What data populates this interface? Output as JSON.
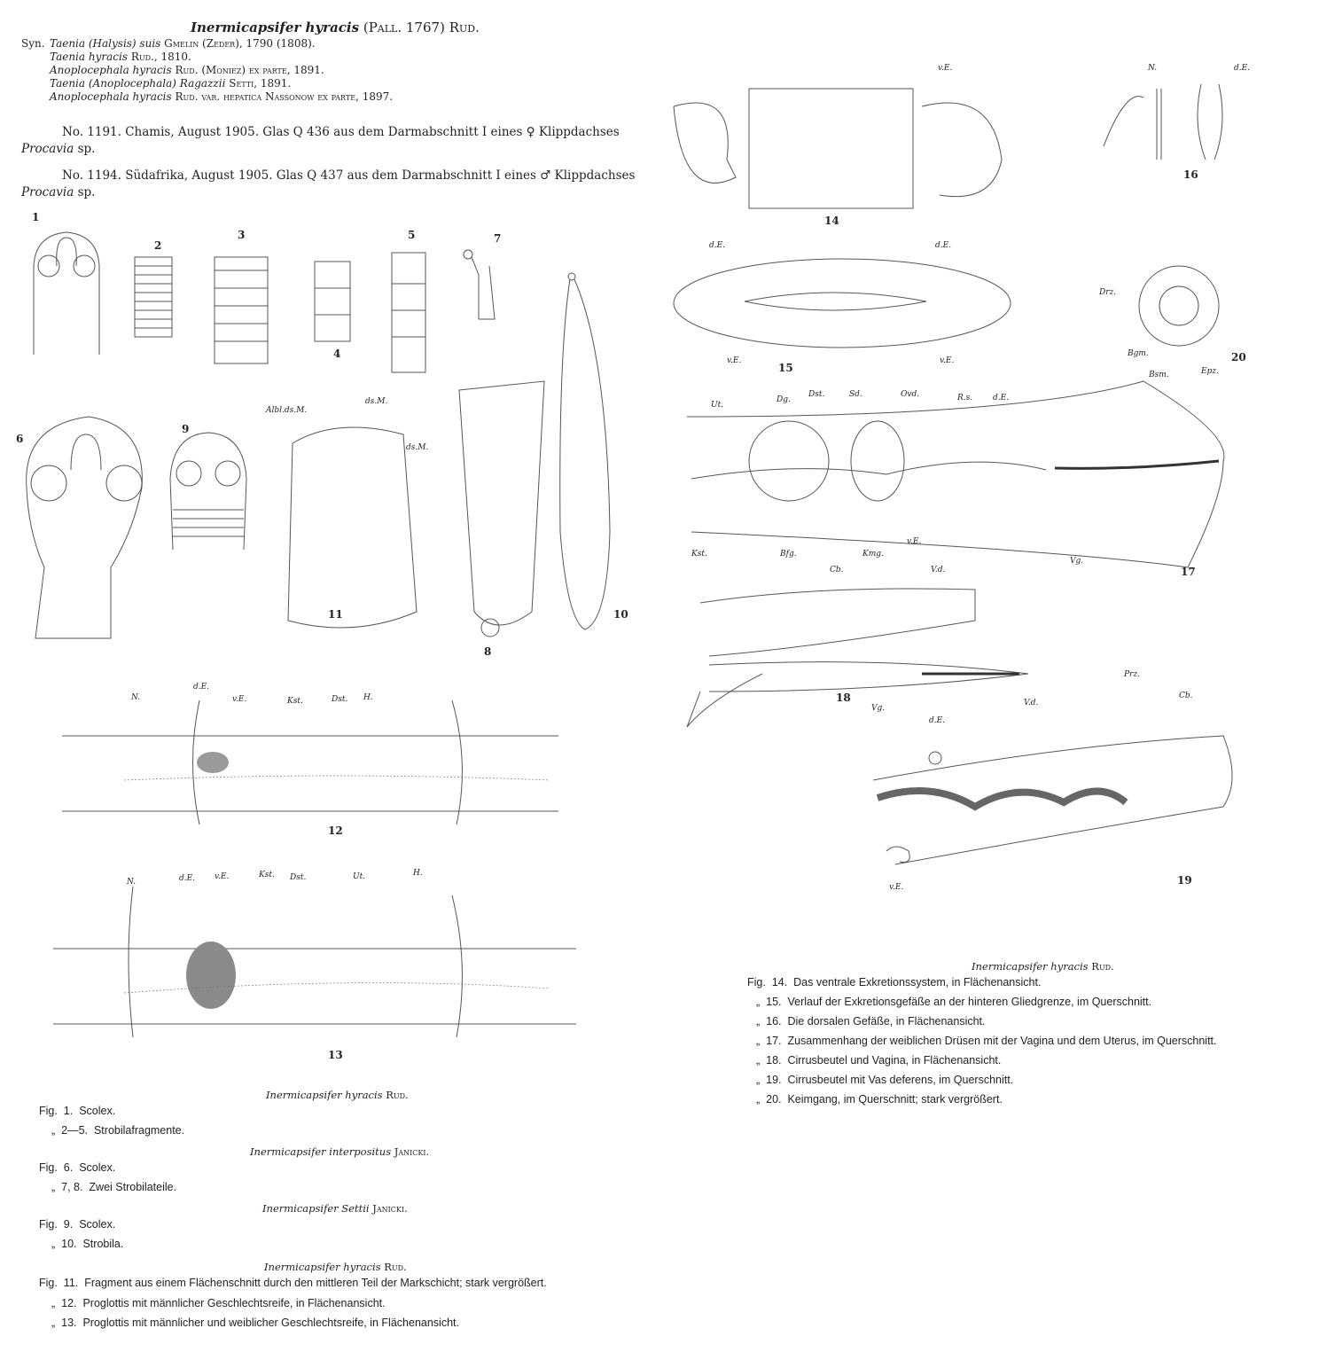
{
  "header": {
    "title_italic": "Inermicapsifer hyracis",
    "title_rest": "(Pall. 1767) Rud.",
    "synonyms_label": "Syn.",
    "synonyms": [
      {
        "name": "Taenia (Halysis) suis",
        "author": "Gmelin (Zeder), 1790 (1808)."
      },
      {
        "name": "Taenia hyracis",
        "author": "Rud., 1810."
      },
      {
        "name": "Anoplocephala hyracis",
        "author": "Rud. (Moniez) ex parte, 1891."
      },
      {
        "name": "Taenia (Anoplocephala) Ragazzii",
        "author": "Setti, 1891."
      },
      {
        "name": "Anoplocephala hyracis",
        "author": "Rud. var. hepatica Nassonow ex parte, 1897."
      }
    ],
    "records": [
      {
        "line": "No. 1191.  Chamis, August 1905.  Glas Q 436 aus dem Darmabschnitt I eines ♀ Klippdachses",
        "host": "Procavia",
        "host_rest": "sp."
      },
      {
        "line": "No. 1194.  Südafrika, August 1905.  Glas Q 437 aus dem Darmabschnitt I eines ♂ Klippdachses",
        "host": "Procavia",
        "host_rest": "sp."
      }
    ]
  },
  "figure_numbers": [
    "1",
    "2",
    "3",
    "4",
    "5",
    "6",
    "7",
    "8",
    "9",
    "10",
    "11",
    "12",
    "13",
    "14",
    "15",
    "16",
    "17",
    "18",
    "19",
    "20"
  ],
  "annotations": {
    "fig11": [
      "Albl.ds.M.",
      "ds.M.",
      "ds.M."
    ],
    "fig12": [
      "N.",
      "d.E.",
      "v.E.",
      "Kst.",
      "Dst.",
      "H."
    ],
    "fig13": [
      "N.",
      "d.E.",
      "v.E.",
      "Kst.",
      "Dst.",
      "Ut.",
      "H."
    ],
    "fig14": [
      "v.E."
    ],
    "fig15": [
      "d.E.",
      "d.E.",
      "v.E.",
      "v.E."
    ],
    "fig16": [
      "N.",
      "d.E."
    ],
    "fig17": [
      "Ut.",
      "Dg.",
      "Dst.",
      "Sd.",
      "Ovd.",
      "R.s.",
      "d.E.",
      "Kst.",
      "Bfg.",
      "Kmg.",
      "v.E.",
      "Vg."
    ],
    "fig18": [
      "Cb.",
      "V.d.",
      "Vg."
    ],
    "fig19": [
      "Prz.",
      "Cb.",
      "V.d.",
      "d.E.",
      "v.E."
    ],
    "fig20": [
      "Drz.",
      "Bgm.",
      "Bsm.",
      "Epz."
    ]
  },
  "captions_left": [
    {
      "species": "Inermicapsifer hyracis",
      "author": "Rud.",
      "items": [
        {
          "prefix": "Fig.",
          "num": "1.",
          "text": "Scolex."
        },
        {
          "prefix": "„",
          "num": "2—5.",
          "text": "Strobilafragmente."
        }
      ]
    },
    {
      "species": "Inermicapsifer interpositus",
      "author": "Janicki.",
      "items": [
        {
          "prefix": "Fig.",
          "num": "6.",
          "text": "Scolex."
        },
        {
          "prefix": "„",
          "num": "7, 8.",
          "text": "Zwei Strobilateile."
        }
      ]
    },
    {
      "species": "Inermicapsifer Settii",
      "author": "Janicki.",
      "items": [
        {
          "prefix": "Fig.",
          "num": "9.",
          "text": "Scolex."
        },
        {
          "prefix": "„",
          "num": "10.",
          "text": "Strobila."
        }
      ]
    },
    {
      "species": "Inermicapsifer hyracis",
      "author": "Rud.",
      "items": [
        {
          "prefix": "Fig.",
          "num": "11.",
          "text": "Fragment aus einem Flächenschnitt durch den mittleren Teil der Markschicht; stark vergrößert."
        },
        {
          "prefix": "„",
          "num": "12.",
          "text": "Proglottis mit männlicher Geschlechtsreife, in Flächenansicht."
        },
        {
          "prefix": "„",
          "num": "13.",
          "text": "Proglottis mit männlicher und weiblicher Geschlechtsreife, in Flächenansicht."
        }
      ]
    }
  ],
  "captions_right": {
    "species": "Inermicapsifer hyracis",
    "author": "Rud.",
    "items": [
      {
        "prefix": "Fig.",
        "num": "14.",
        "text": "Das ventrale Exkretionssystem, in Flächenansicht."
      },
      {
        "prefix": "„",
        "num": "15.",
        "text": "Verlauf der Exkretionsgefäße an der hinteren Gliedgrenze, im Querschnitt."
      },
      {
        "prefix": "„",
        "num": "16.",
        "text": "Die dorsalen Gefäße, in Flächenansicht."
      },
      {
        "prefix": "„",
        "num": "17.",
        "text": "Zusammenhang der weiblichen Drüsen mit der Vagina und dem Uterus, im Querschnitt."
      },
      {
        "prefix": "„",
        "num": "18.",
        "text": "Cirrusbeutel und Vagina, in Flächenansicht."
      },
      {
        "prefix": "„",
        "num": "19.",
        "text": "Cirrusbeutel mit Vas deferens, im Querschnitt."
      },
      {
        "prefix": "„",
        "num": "20.",
        "text": "Keimgang, im Querschnitt; stark vergrößert."
      }
    ]
  }
}
